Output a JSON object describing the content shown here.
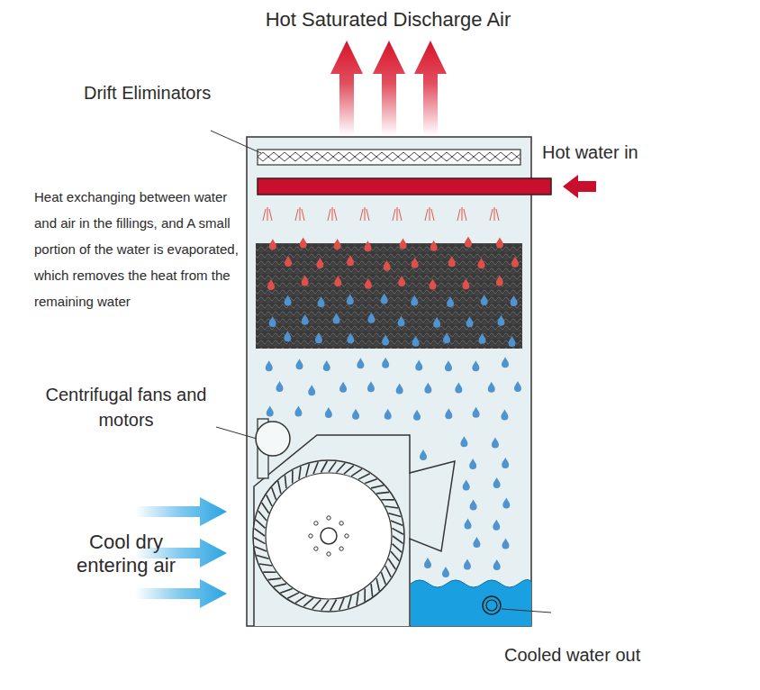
{
  "diagram": {
    "labels": [
      "Hot Saturated Discharge Air",
      "Drift Eliminators",
      "Hot water in",
      "Heat exchanging between water and air in the fillings, and A small portion of the water is evaporated, which removes the heat from the remaining water",
      "Centrifugal fans and motors",
      "Cool dry entering air",
      "Cooled water out"
    ]
  }
}
